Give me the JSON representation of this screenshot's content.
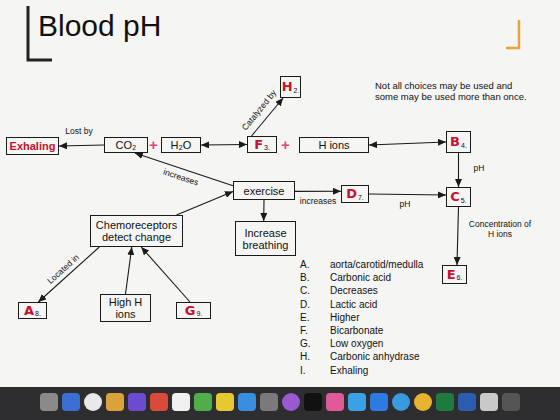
{
  "diagram": {
    "title": "Blood pH",
    "nodes": [
      {
        "text": [
          "H",
          "2."
        ]
      },
      {
        "text": [
          "Exhaling"
        ]
      },
      {
        "text": [
          "CO₂"
        ]
      },
      {
        "text": [
          "H₂O"
        ]
      },
      {
        "text": [
          "F",
          "3."
        ]
      },
      {
        "text": [
          "H ions"
        ]
      },
      {
        "text": [
          "B",
          "4."
        ]
      },
      {
        "text": [
          "exercise"
        ]
      },
      {
        "text": [
          "D",
          "7."
        ]
      },
      {
        "text": [
          "C",
          "5."
        ]
      },
      {
        "text": [
          "Chemoreceptors detect change"
        ]
      },
      {
        "text": [
          "Increase breathing"
        ]
      },
      {
        "text": [
          "E",
          "6."
        ]
      },
      {
        "text": [
          "A",
          "8."
        ]
      },
      {
        "text": [
          "High H ions"
        ]
      },
      {
        "text": [
          "G",
          "9."
        ]
      }
    ],
    "edges": [
      {
        "from": 2,
        "to": 1,
        "arrow": "to",
        "label": "Lost by"
      },
      {
        "from": 3,
        "to": 4,
        "arrow": "both"
      },
      {
        "from": 4,
        "to": 0,
        "arrow": "to",
        "label": "Catalyzed by"
      },
      {
        "from": 5,
        "to": 6,
        "arrow": "both"
      },
      {
        "from": 6,
        "to": 9,
        "arrow": "to",
        "label": "pH"
      },
      {
        "from": 7,
        "to": 2,
        "arrow": "to",
        "label": "increases"
      },
      {
        "from": 7,
        "to": 8,
        "arrow": "to",
        "label": "increases"
      },
      {
        "from": 8,
        "to": 9,
        "arrow": "to",
        "label": "pH"
      },
      {
        "from": 7,
        "to": 11,
        "arrow": "to"
      },
      {
        "from": 10,
        "to": 7,
        "arrow": "to"
      },
      {
        "from": 10,
        "to": 13,
        "arrow": "to",
        "label": "Located in"
      },
      {
        "from": 14,
        "to": 10,
        "arrow": "to"
      },
      {
        "from": 15,
        "to": 10,
        "arrow": "to"
      },
      {
        "from": 9,
        "to": 12,
        "arrow": "to",
        "label": "Concentration of H ions"
      }
    ],
    "labels": [
      "Not all choices may be used and some may be used more than once.",
      "+",
      "+",
      "A.",
      "aorta/carotid/medulla",
      "B.",
      "Carbonic acid",
      "C.",
      "Decreases",
      "D.",
      "Lactic acid",
      "E.",
      "Higher",
      "F.",
      "Bicarbonate",
      "G.",
      "Low oxygen",
      "H.",
      "Carbonic anhydrase",
      "I.",
      "Exhaling"
    ]
  }
}
